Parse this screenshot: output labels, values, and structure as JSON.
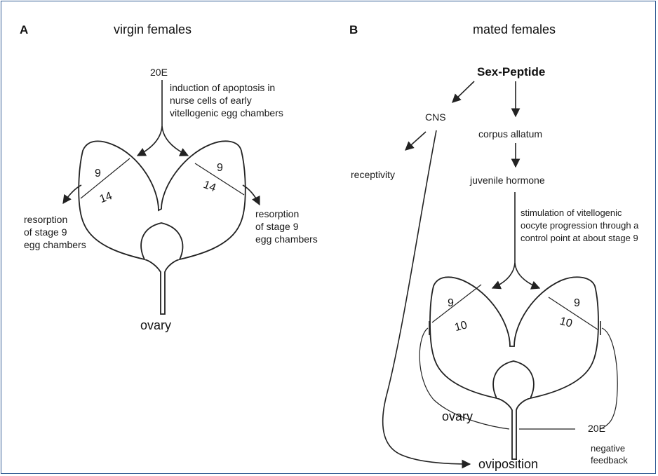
{
  "panel_a": {
    "letter": "A",
    "title": "virgin females",
    "hormone": "20E",
    "induction_lines": [
      "induction of apoptosis in",
      "nurse cells of early",
      "vitellogenic egg chambers"
    ],
    "left_stage_top": "9",
    "left_stage_bottom": "14",
    "right_stage_top": "9",
    "right_stage_bottom": "14",
    "resorption_left": [
      "resorption",
      "of stage 9",
      "egg chambers"
    ],
    "resorption_right": [
      "resorption",
      "of stage 9",
      "egg chambers"
    ],
    "ovary": "ovary"
  },
  "panel_b": {
    "letter": "B",
    "title": "mated females",
    "sex_peptide": "Sex-Peptide",
    "cns": "CNS",
    "corpus_allatum": "corpus allatum",
    "receptivity": "receptivity",
    "juvenile_hormone": "juvenile hormone",
    "stimulation_lines": [
      "stimulation of vitellogenic",
      "oocyte progression through a",
      "control point at about stage 9"
    ],
    "left_stage_top": "9",
    "left_stage_bottom": "10",
    "right_stage_top": "9",
    "right_stage_bottom": "10",
    "ovary": "ovary",
    "hormone": "20E",
    "feedback_lines": [
      "negative",
      "feedback"
    ],
    "oviposition": "oviposition"
  }
}
